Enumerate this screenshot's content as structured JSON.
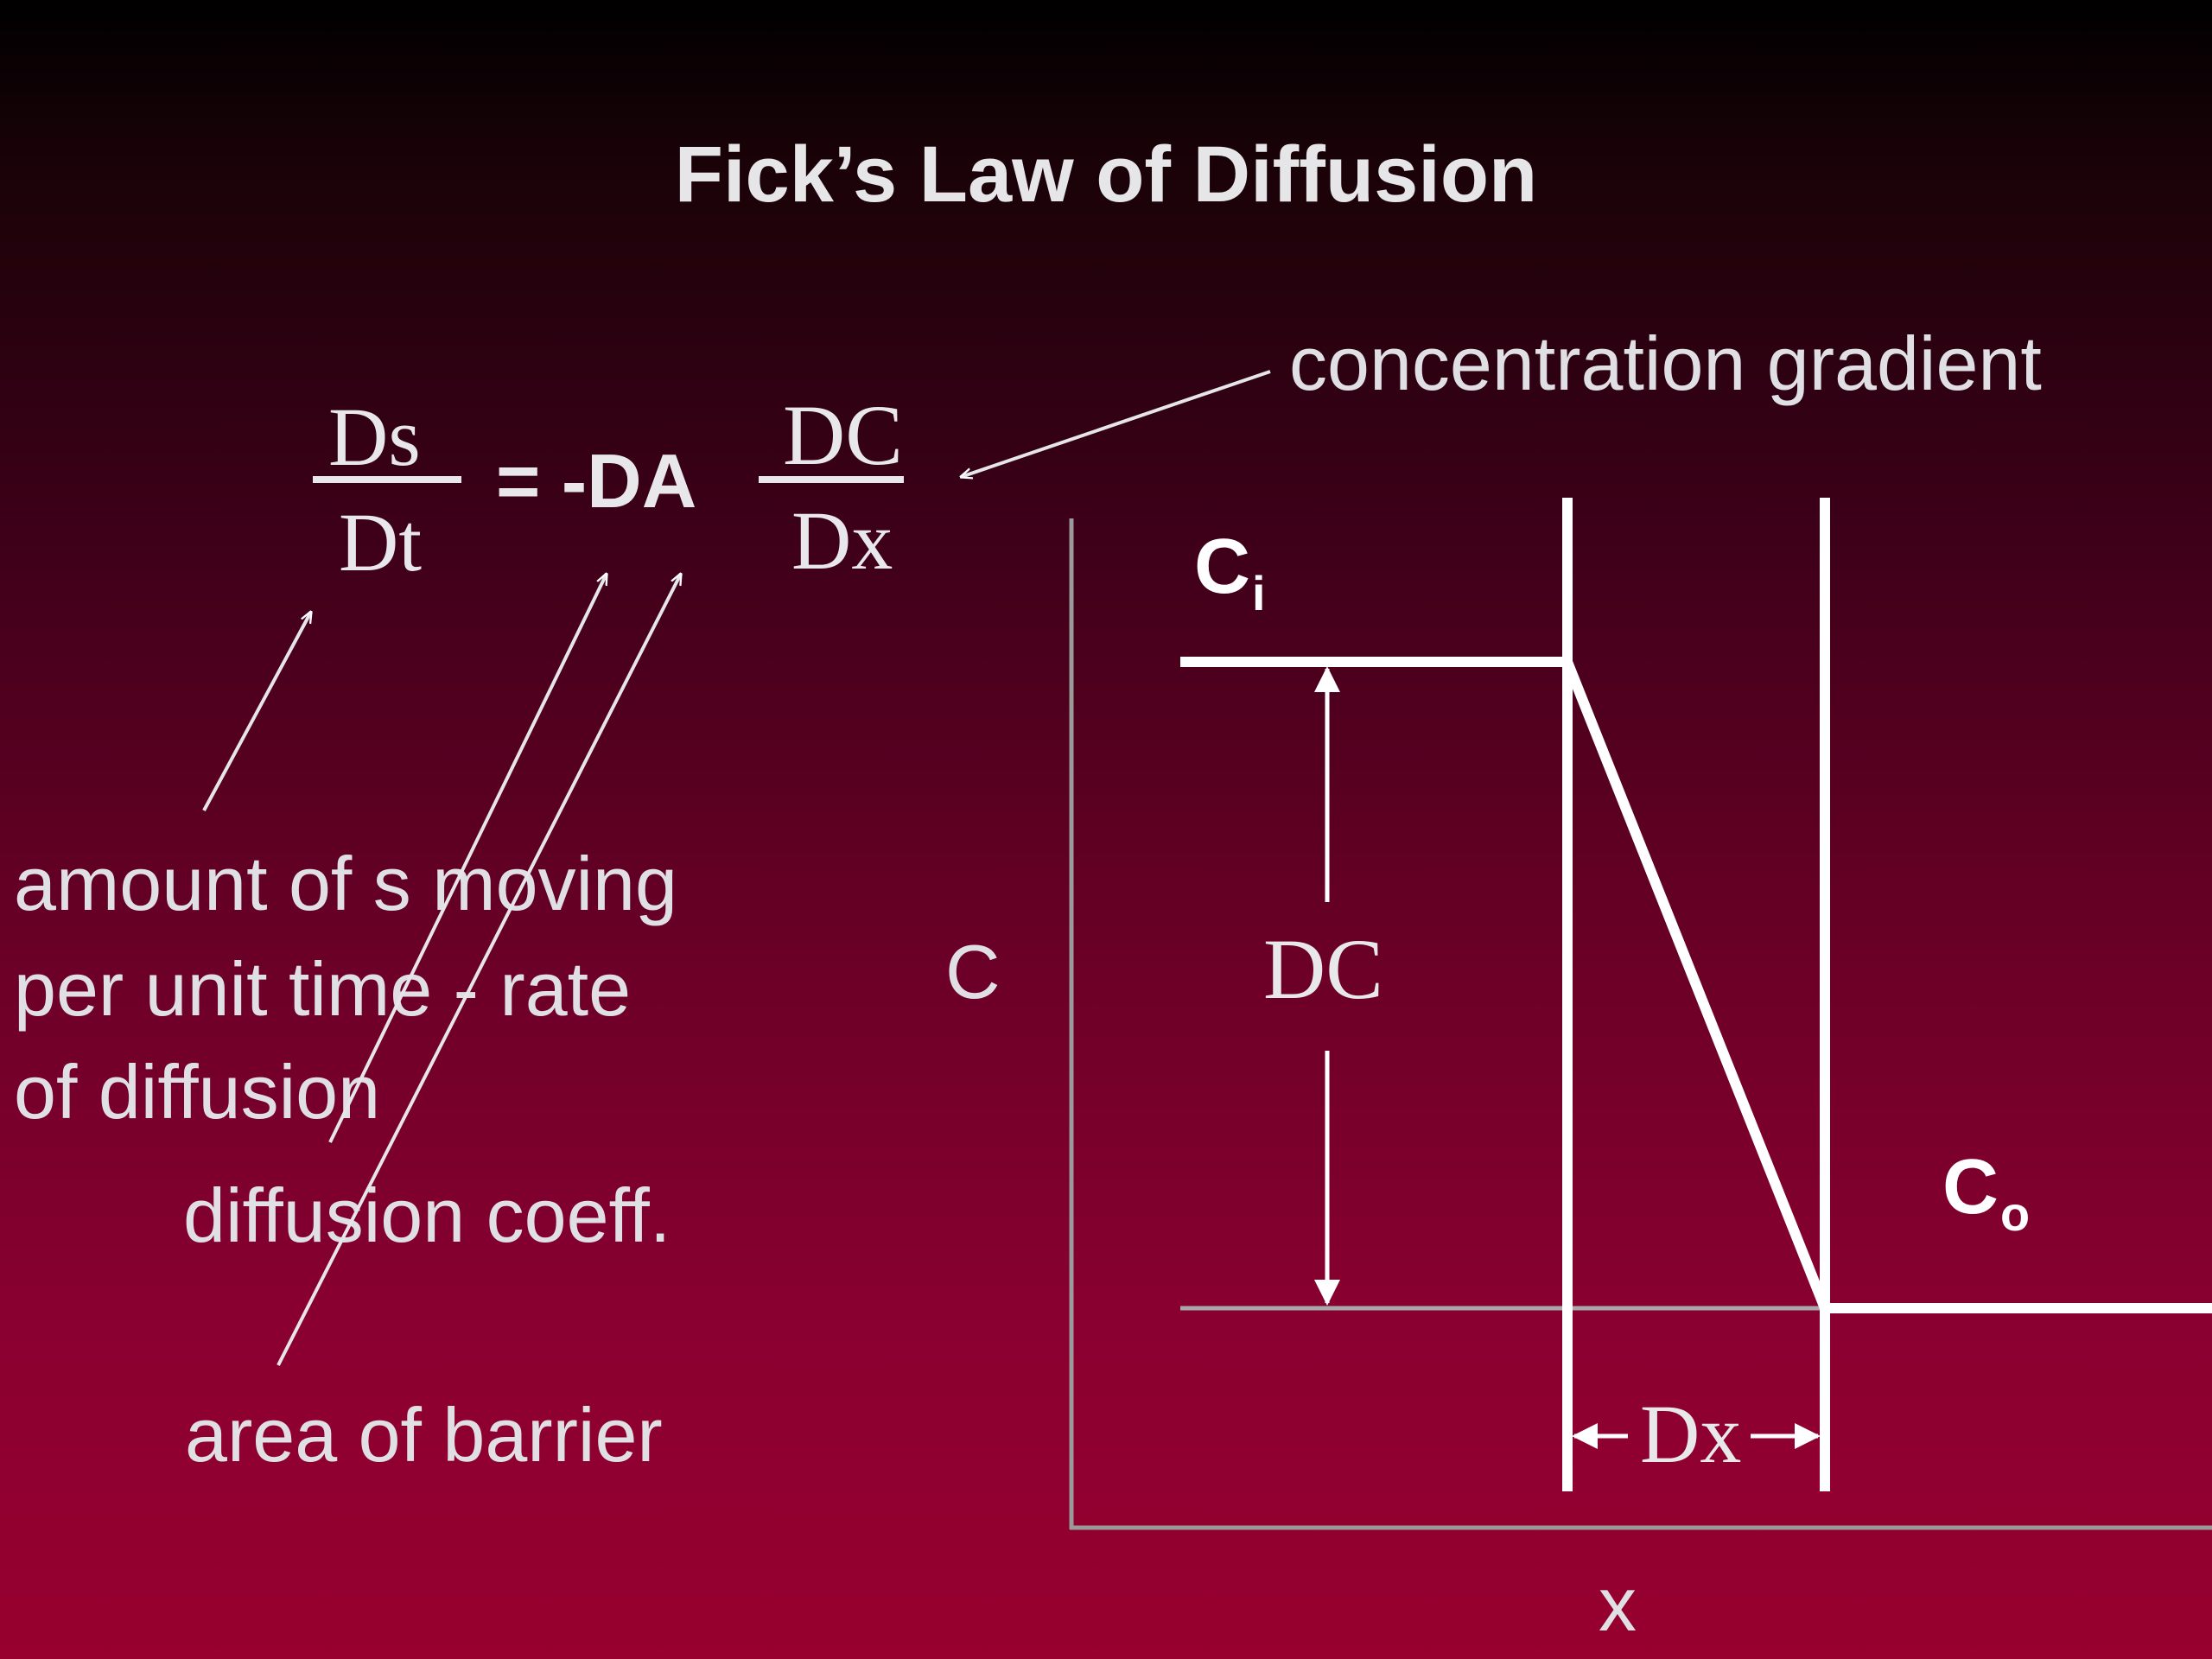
{
  "slide": {
    "title": "Fick’s Law of Diffusion"
  },
  "equation": {
    "lhs_numerator": "Ds",
    "lhs_denominator": "Dt",
    "equals": "= -DA",
    "rhs_numerator": "DC",
    "rhs_denominator": "Dx"
  },
  "labels": {
    "concentration_gradient": "concentration gradient",
    "rate_line1": "amount of s moving",
    "rate_line2": "per unit time - rate",
    "rate_line3": "of diffusion",
    "diffusion_coeff": "diffusion coeff.",
    "area_of_barrier": "area of barrier"
  },
  "diagram": {
    "y_axis_label": "C",
    "x_axis_label": "x",
    "c_inside": "C",
    "c_inside_sub": "i",
    "c_outside": "C",
    "c_outside_sub": "o",
    "delta_c": "DC",
    "delta_x": "Dx"
  },
  "colors": {
    "text": "#e0e0e4",
    "lines": "#ffffff",
    "axis": "#9a9a9a"
  }
}
